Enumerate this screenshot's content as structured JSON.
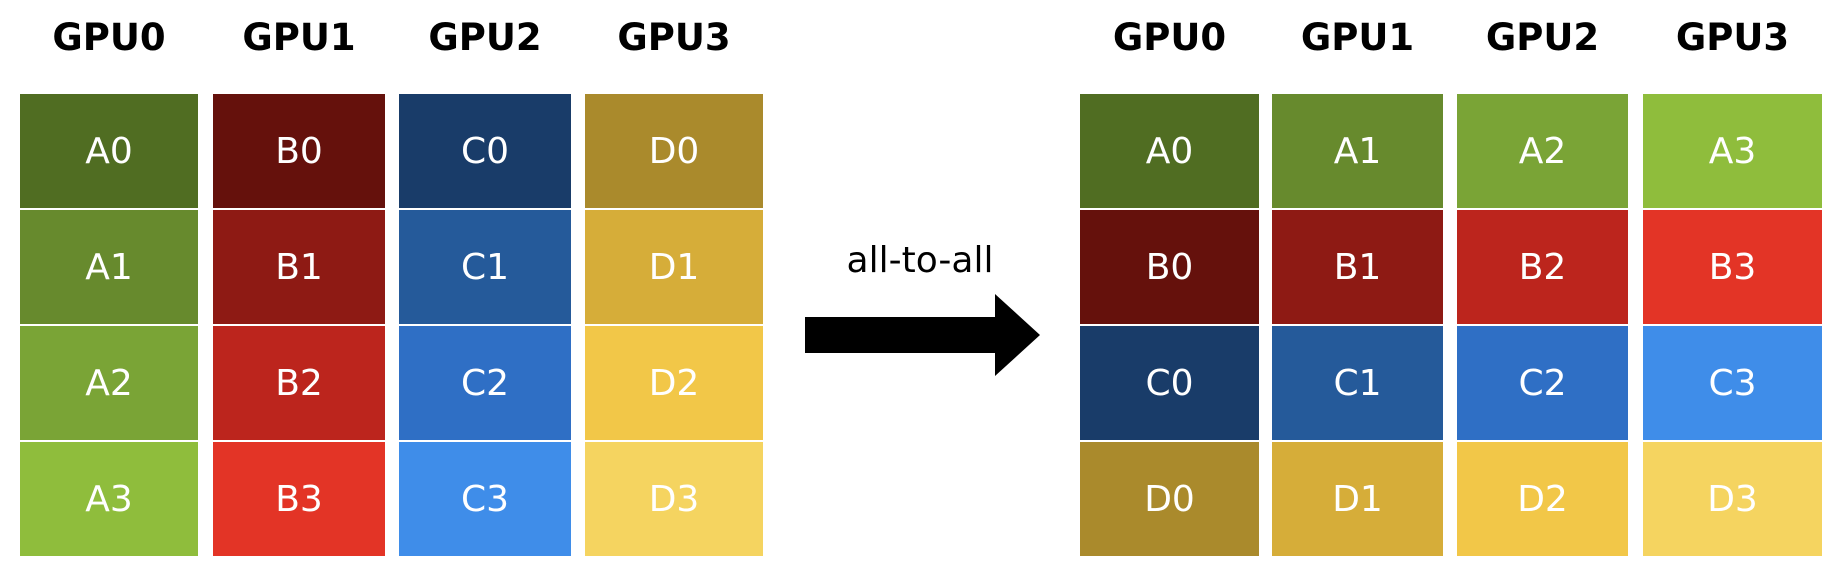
{
  "operation": "all-to-all",
  "before": {
    "headers": [
      "GPU0",
      "GPU1",
      "GPU2",
      "GPU3"
    ],
    "rows": [
      [
        "A0",
        "B0",
        "C0",
        "D0"
      ],
      [
        "A1",
        "B1",
        "C1",
        "D1"
      ],
      [
        "A2",
        "B2",
        "C2",
        "D2"
      ],
      [
        "A3",
        "B3",
        "C3",
        "D3"
      ]
    ]
  },
  "after": {
    "headers": [
      "GPU0",
      "GPU1",
      "GPU2",
      "GPU3"
    ],
    "rows": [
      [
        "A0",
        "A1",
        "A2",
        "A3"
      ],
      [
        "B0",
        "B1",
        "B2",
        "B3"
      ],
      [
        "C0",
        "C1",
        "C2",
        "C3"
      ],
      [
        "D0",
        "D1",
        "D2",
        "D3"
      ]
    ]
  },
  "colors": {
    "A": [
      "#506d22",
      "#678a2d",
      "#7aa436",
      "#8fbd3c"
    ],
    "B": [
      "#65110c",
      "#8e1a14",
      "#bc251d",
      "#e33426"
    ],
    "C": [
      "#193c69",
      "#255a9a",
      "#2f6fc5",
      "#3f8de9"
    ],
    "D": [
      "#aa8a2c",
      "#d6ad39",
      "#f2c748",
      "#f5d460"
    ]
  }
}
